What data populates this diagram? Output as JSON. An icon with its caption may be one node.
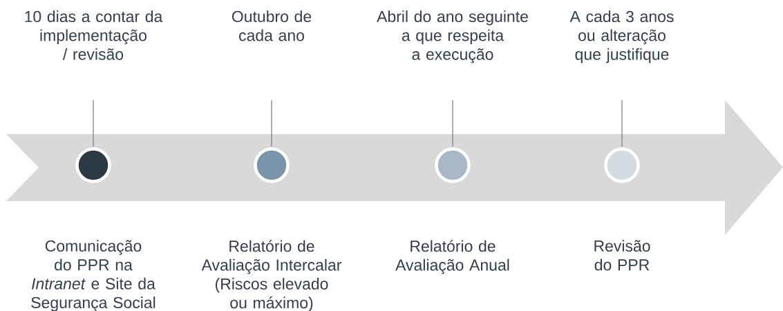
{
  "diagram": {
    "nodes": [
      {
        "text": [],
        "shape": "circle"
      },
      {
        "text": [],
        "shape": "circle"
      },
      {
        "text": [],
        "shape": "circle"
      },
      {
        "text": [],
        "shape": "circle"
      }
    ],
    "labels": [
      "10 dias a contar da implementação / revisão",
      "Outubro de cada ano",
      "Abril do ano seguinte a que respeita a execução",
      "A cada 3 anos ou alteração que justifique",
      "Comunicação do PPR na *Intranet* e Site da Segurança Social",
      "Relatório de Avaliação Intercalar (Riscos elevado ou máximo)",
      "Relatório de Avaliação Anual",
      "Revisão do PPR"
    ]
  }
}
